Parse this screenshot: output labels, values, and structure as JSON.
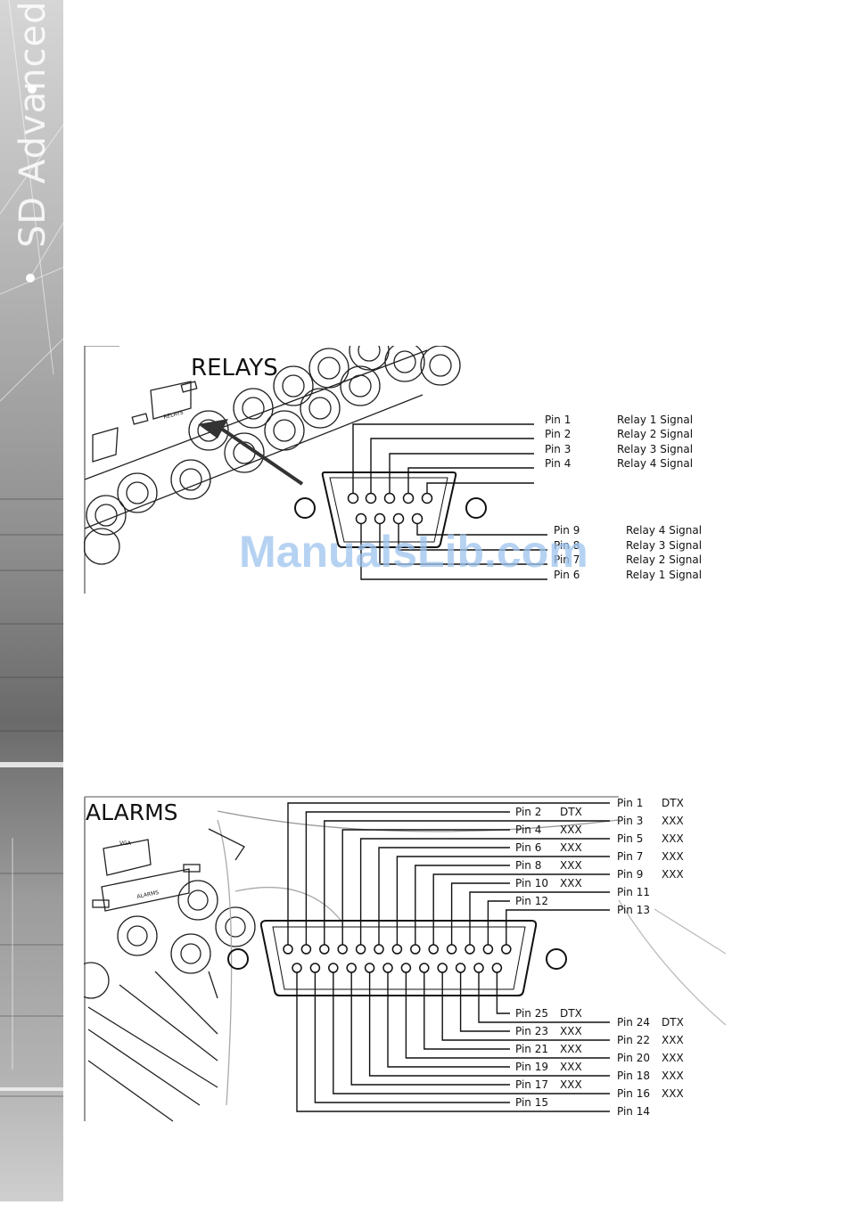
{
  "sidebar": {
    "title": "SD Advanced"
  },
  "relays": {
    "heading": "RELAYS",
    "connector_label": "RELAYS",
    "top_pins": [
      {
        "pin": "Pin 1",
        "signal": "Relay 1 Signal"
      },
      {
        "pin": "Pin 2",
        "signal": "Relay 2 Signal"
      },
      {
        "pin": "Pin 3",
        "signal": "Relay 3 Signal"
      },
      {
        "pin": "Pin 4",
        "signal": "Relay 4 Signal"
      }
    ],
    "bottom_pins": [
      {
        "pin": "Pin 9",
        "signal": "Relay 4 Signal"
      },
      {
        "pin": "Pin 8",
        "signal": "Relay 3 Signal"
      },
      {
        "pin": "Pin 7",
        "signal": "Relay 2 Signal"
      },
      {
        "pin": "Pin 6",
        "signal": "Relay 1 Signal"
      }
    ]
  },
  "alarms": {
    "heading": "ALARMS",
    "connector_label": "ALARMS",
    "vga_label": "VGA",
    "top_left": [
      {
        "pin": "Pin 2",
        "signal": "DTX"
      },
      {
        "pin": "Pin 4",
        "signal": "XXX"
      },
      {
        "pin": "Pin 6",
        "signal": "XXX"
      },
      {
        "pin": "Pin 8",
        "signal": "XXX"
      },
      {
        "pin": "Pin 10",
        "signal": "XXX"
      },
      {
        "pin": "Pin 12",
        "signal": ""
      }
    ],
    "top_right": [
      {
        "pin": "Pin 1",
        "signal": "DTX"
      },
      {
        "pin": "Pin 3",
        "signal": "XXX"
      },
      {
        "pin": "Pin 5",
        "signal": "XXX"
      },
      {
        "pin": "Pin 7",
        "signal": "XXX"
      },
      {
        "pin": "Pin 9",
        "signal": "XXX"
      },
      {
        "pin": "Pin 11",
        "signal": ""
      },
      {
        "pin": "Pin 13",
        "signal": ""
      }
    ],
    "bottom_left": [
      {
        "pin": "Pin 25",
        "signal": "DTX"
      },
      {
        "pin": "Pin 23",
        "signal": "XXX"
      },
      {
        "pin": "Pin 21",
        "signal": "XXX"
      },
      {
        "pin": "Pin 19",
        "signal": "XXX"
      },
      {
        "pin": "Pin 17",
        "signal": "XXX"
      },
      {
        "pin": "Pin 15",
        "signal": ""
      }
    ],
    "bottom_right": [
      {
        "pin": "Pin 24",
        "signal": "DTX"
      },
      {
        "pin": "Pin 22",
        "signal": "XXX"
      },
      {
        "pin": "Pin 20",
        "signal": "XXX"
      },
      {
        "pin": "Pin 18",
        "signal": "XXX"
      },
      {
        "pin": "Pin 16",
        "signal": "XXX"
      },
      {
        "pin": "Pin 14",
        "signal": ""
      }
    ]
  },
  "watermark": "ManualsLib.com",
  "colors": {
    "sidebar_dark": "#4a4a4a",
    "sidebar_light": "#c8c8c8",
    "watermark": "#9ec4ee"
  }
}
